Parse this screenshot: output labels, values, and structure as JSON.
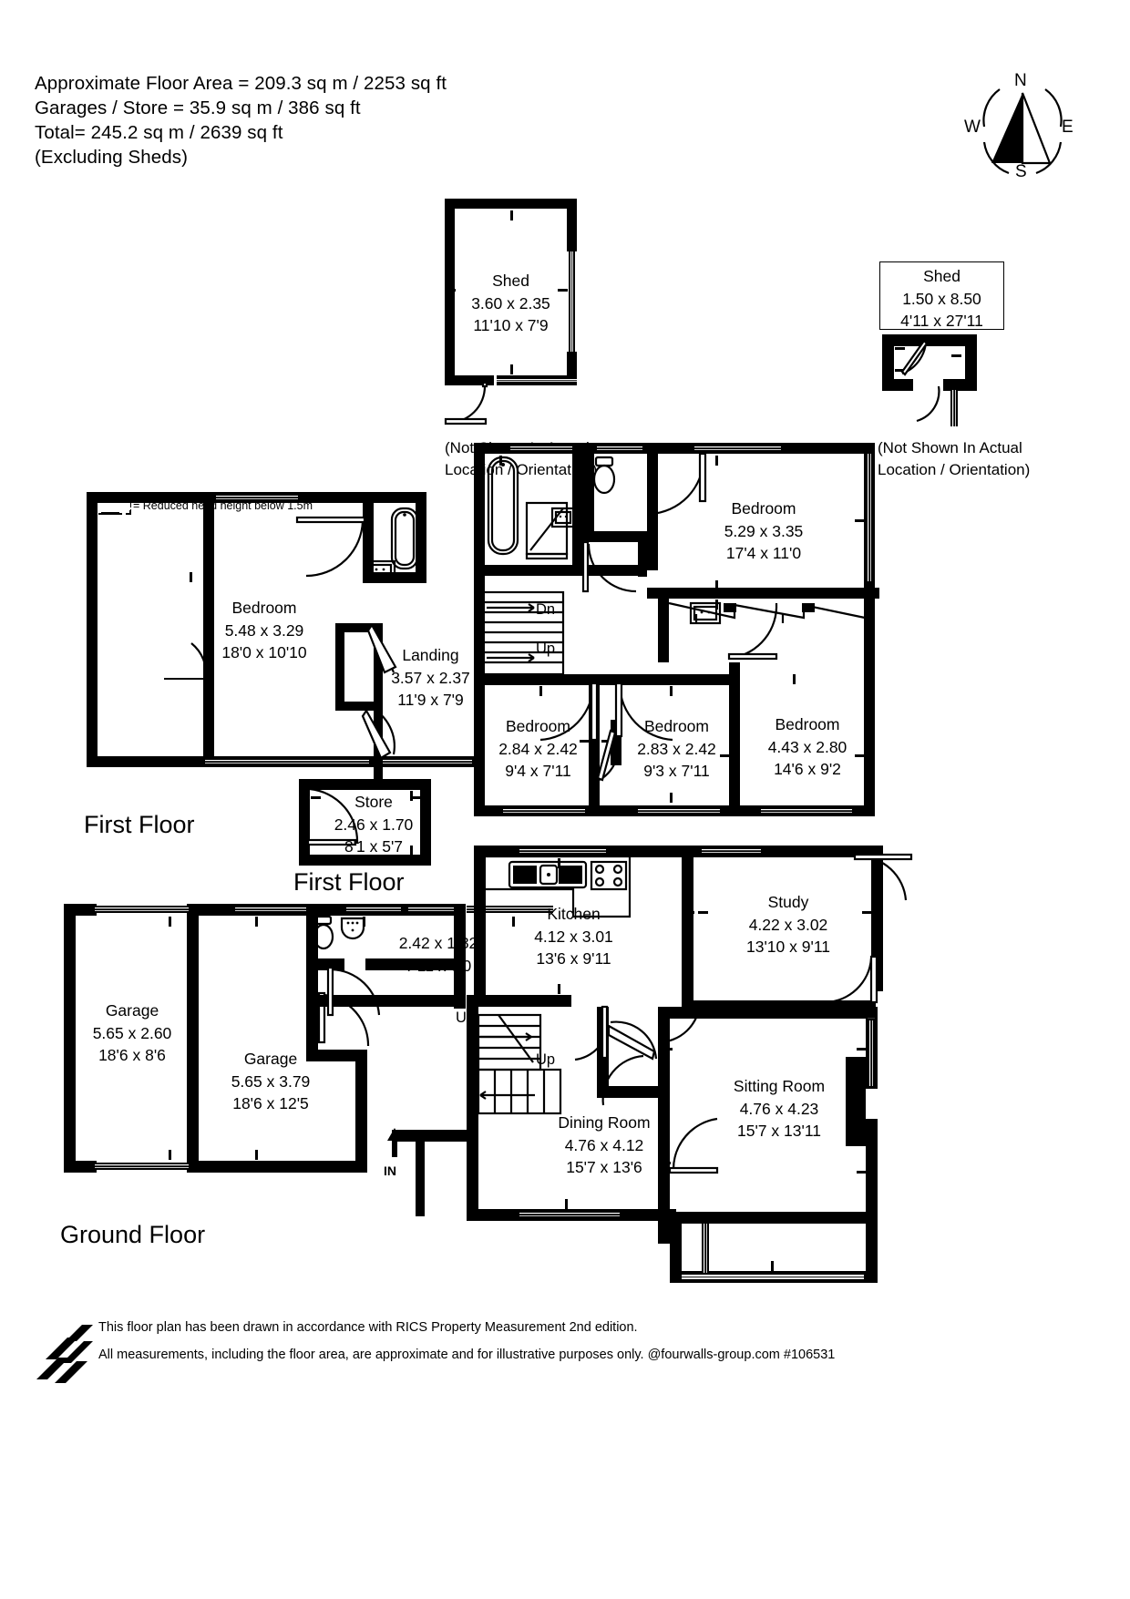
{
  "header": {
    "line1": "Approximate Floor Area = 209.3 sq m / 2253 sq ft",
    "line2": "Garages / Store = 35.9 sq m / 386 sq ft",
    "line3": "Total= 245.2 sq m / 2639 sq ft",
    "line4": "(Excluding Sheds)"
  },
  "compass": {
    "n": "N",
    "e": "E",
    "s": "S",
    "w": "W"
  },
  "legend": {
    "text": "= Reduced head height below 1.5m"
  },
  "sheds": [
    {
      "name": "Shed",
      "metric": "3.60 x 2.35",
      "imperial": "11'10 x 7'9",
      "note_line1": "(Not Shown In Actual",
      "note_line2": "Location / Orientation)"
    },
    {
      "name": "Shed",
      "metric": "1.50 x 8.50",
      "imperial": "4'11 x 27'11",
      "note_line1": "(Not Shown In Actual",
      "note_line2": "Location / Orientation)"
    }
  ],
  "floors": [
    {
      "label": "First Floor",
      "label_secondary": "First Floor",
      "rooms": [
        {
          "name": "Bedroom",
          "metric": "5.48 x 3.29",
          "imperial": "18'0 x 10'10"
        },
        {
          "name": "Landing",
          "metric": "3.57 x 2.37",
          "imperial": "11'9 x 7'9"
        },
        {
          "name": "Bedroom",
          "metric": "5.29 x 3.35",
          "imperial": "17'4 x 11'0"
        },
        {
          "name": "Bedroom",
          "metric": "4.43 x 2.80",
          "imperial": "14'6 x 9'2"
        },
        {
          "name": "Bedroom",
          "metric": "2.84 x 2.42",
          "imperial": "9'4 x 7'11"
        },
        {
          "name": "Bedroom",
          "metric": "2.83 x 2.42",
          "imperial": "9'3 x 7'11"
        },
        {
          "name": "Store",
          "metric": "2.46 x 1.70",
          "imperial": "8'1 x 5'7"
        }
      ],
      "stairs": {
        "down": "Dn",
        "up": "Up"
      }
    },
    {
      "label": "Ground Floor",
      "rooms": [
        {
          "name": "Garage",
          "metric": "5.65 x 2.60",
          "imperial": "18'6 x 8'6"
        },
        {
          "name": "Garage",
          "metric": "5.65 x 3.79",
          "imperial": "18'6 x 12'5"
        },
        {
          "name": "",
          "metric": "2.42 x 1.82",
          "imperial": "7'11 x 6'0"
        },
        {
          "name": "Kitchen",
          "metric": "4.12 x 3.01",
          "imperial": "13'6 x 9'11"
        },
        {
          "name": "Study",
          "metric": "4.22 x 3.02",
          "imperial": "13'10 x 9'11"
        },
        {
          "name": "Sitting Room",
          "metric": "4.76 x 4.23",
          "imperial": "15'7 x 13'11"
        },
        {
          "name": "Dining Room",
          "metric": "4.76 x 4.12",
          "imperial": "15'7 x 13'6"
        }
      ],
      "stairs": {
        "up1": "Up",
        "up2": "Up"
      },
      "entrance": "IN"
    }
  ],
  "footer": {
    "line1": "This floor plan has been drawn in accordance with RICS Property Measurement 2nd edition.",
    "line2": "All measurements, including the floor area, are approximate and for illustrative purposes only. @fourwalls-group.com #106531"
  }
}
